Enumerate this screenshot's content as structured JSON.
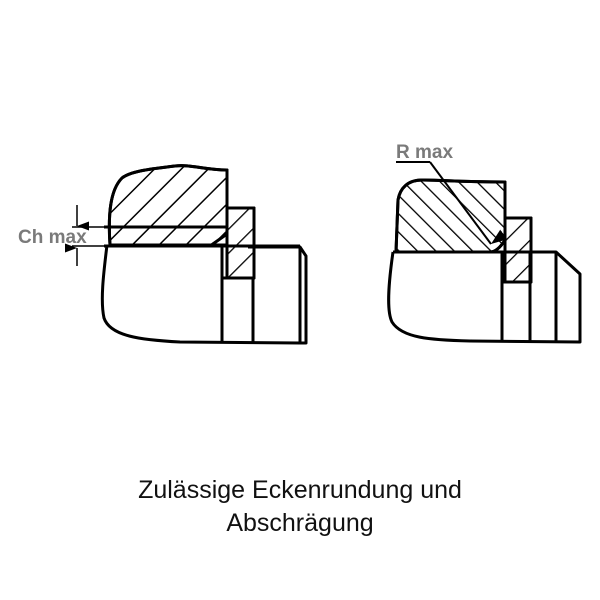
{
  "figure": {
    "left_view": {
      "label": "Ch max",
      "description": "chamfer dimension on bearing ring edge"
    },
    "right_view": {
      "label": "R max",
      "description": "corner radius on bearing ring edge"
    }
  },
  "caption": {
    "line1": "Zulässige Eckenrundung und",
    "line2": "Abschrägung"
  },
  "colors": {
    "stroke": "#000000",
    "label": "#7a7a7a",
    "caption": "#111111",
    "background": "#ffffff"
  }
}
